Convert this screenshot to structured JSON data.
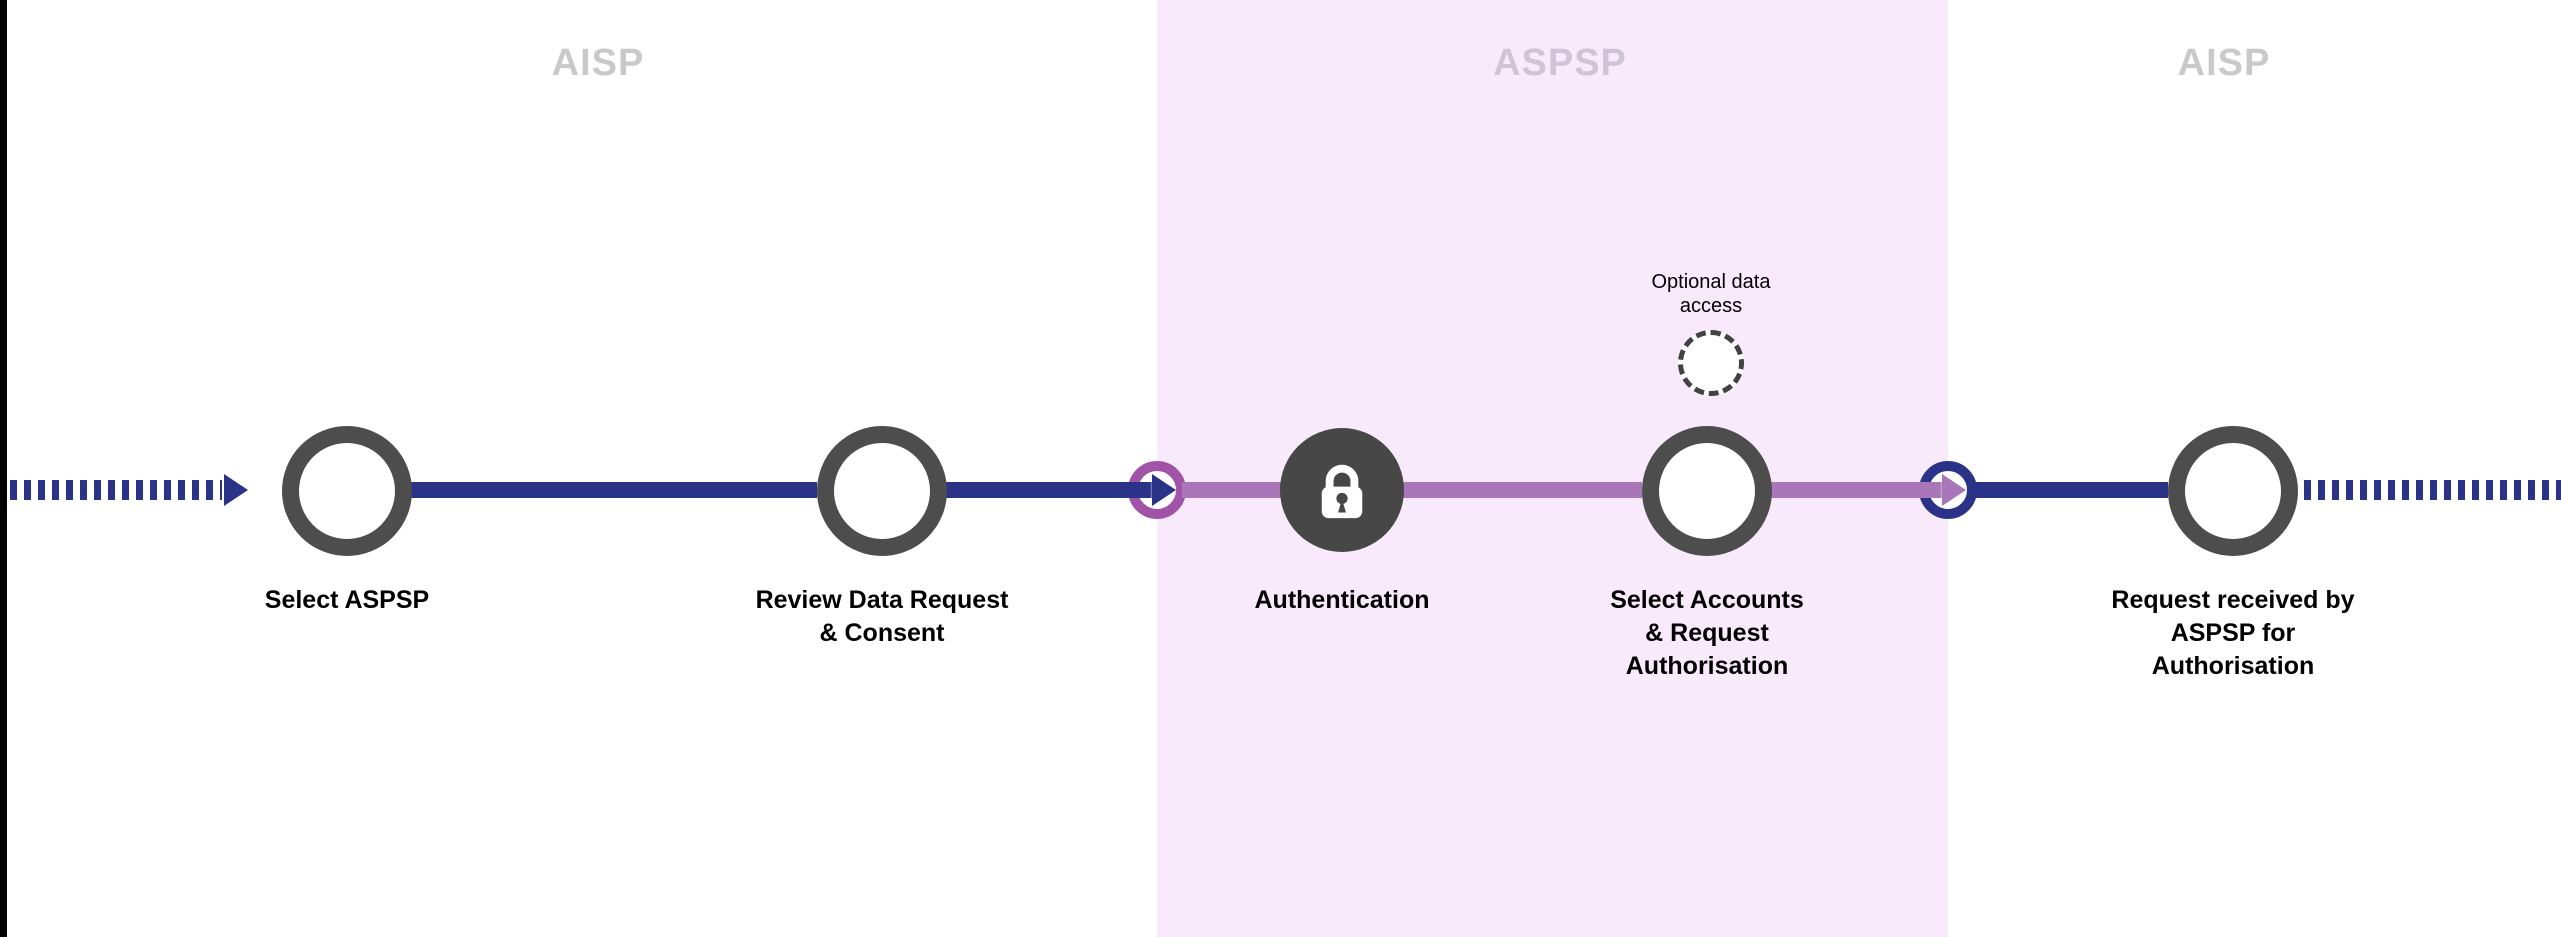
{
  "lanes": [
    {
      "label": "AISP"
    },
    {
      "label": "ASPSP"
    },
    {
      "label": "AISP"
    }
  ],
  "steps": [
    {
      "id": "select-aspsp",
      "label": "Select ASPSP"
    },
    {
      "id": "review-data-request-consent",
      "label": "Review Data Request\n& Consent"
    },
    {
      "id": "authentication",
      "label": "Authentication",
      "icon": "lock-icon"
    },
    {
      "id": "select-accounts-request-authorisation",
      "label": "Select Accounts\n& Request\nAuthorisation"
    },
    {
      "id": "request-received-by-aspsp",
      "label": "Request received by\nASPSP for\nAuthorisation"
    }
  ],
  "annotations": {
    "optional_data_access": "Optional data\naccess"
  },
  "colors": {
    "flow_navy": "#2a3387",
    "flow_purple": "#a876b9",
    "handoff_purple_ring": "#a153a8",
    "step_ring_gray": "#4d4d4d",
    "lock_circle_fill": "#474747",
    "aspsp_band_pink": "#f8e9fb",
    "lane_label_gray": "#c9c9c9",
    "text_black": "#000000"
  }
}
